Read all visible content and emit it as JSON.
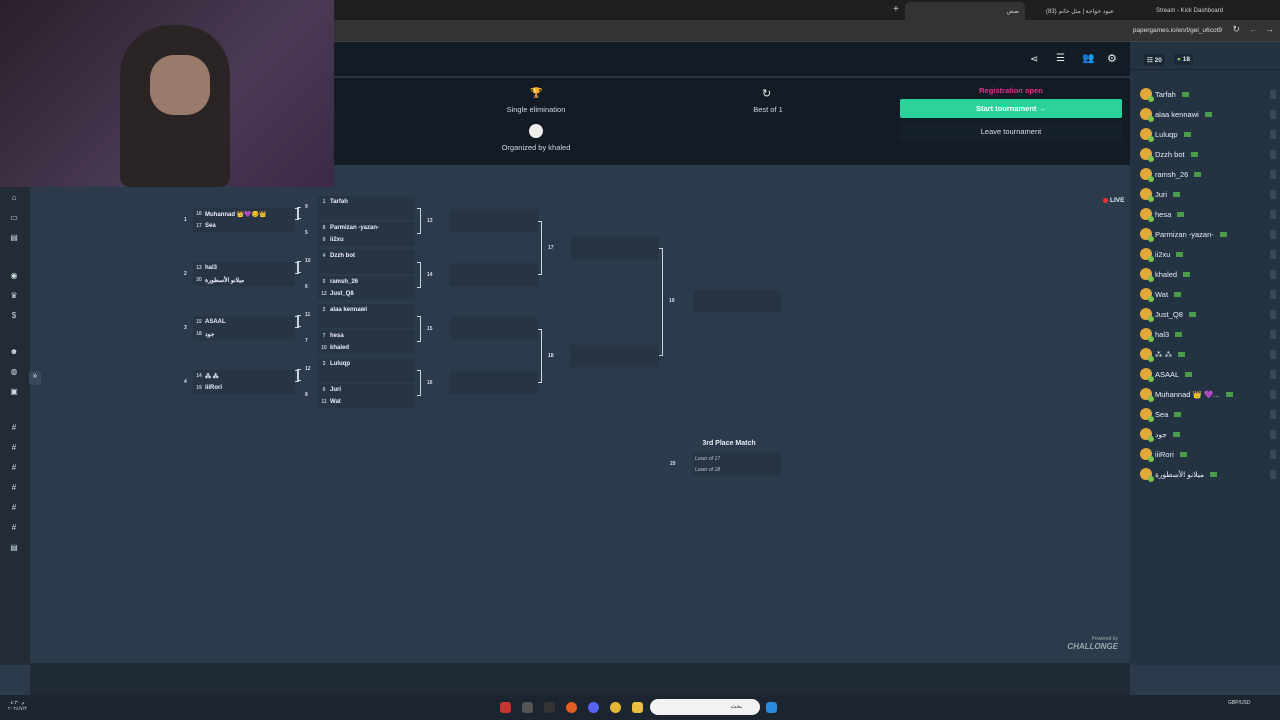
{
  "browser": {
    "tabs": [
      {
        "label": "Stream - Kick Dashboard"
      },
      {
        "label": "(83) عبود خواجة | مثل خاتم"
      },
      {
        "label": "ضض"
      }
    ],
    "url": "papergames.io/en/t/gel_u6cot9"
  },
  "tournament": {
    "format": "Single elimination",
    "best_of": "Best of 1",
    "organizer": "Organized by khaled",
    "status": "Registration open",
    "start_label": "Start tournament →",
    "leave_label": "Leave tournament",
    "live": "LIVE",
    "status_color": "#e0338a",
    "accent": "#2bd39a"
  },
  "players_panel": {
    "count": "20",
    "online": "18",
    "players": [
      "Tarfah",
      "alaa kennawi",
      "Luluqp",
      "Dzzh bot",
      "ramsh_26",
      "Juri",
      "hesa",
      "Parmizan -yazan-",
      "ii2xu",
      "khaled",
      "Wat",
      "Just_Q8",
      "hal3",
      "⁂ ⁂",
      "ASAAL",
      "Muhannad 👑 💜...",
      "Sea",
      "جود",
      "iiiRori",
      "ميلانو الأسطورة"
    ]
  },
  "bracket": {
    "round1": [
      {
        "match": "1",
        "next": "9",
        "p": [
          {
            "seed": "16",
            "name": "Muhannad 👑💜😊👑"
          },
          {
            "seed": "17",
            "name": "Sea"
          }
        ]
      },
      {
        "match": "2",
        "next": "10",
        "p": [
          {
            "seed": "13",
            "name": "hal3"
          },
          {
            "seed": "20",
            "name": "ميلانو الأسطورة"
          }
        ]
      },
      {
        "match": "3",
        "next": "11",
        "p": [
          {
            "seed": "15",
            "name": "ASAAL"
          },
          {
            "seed": "18",
            "name": "جود"
          }
        ]
      },
      {
        "match": "4",
        "next": "12",
        "p": [
          {
            "seed": "14",
            "name": "⁂ ⁂"
          },
          {
            "seed": "19",
            "name": "iiiRori"
          }
        ]
      }
    ],
    "round2": [
      {
        "a": "9",
        "b": "5",
        "next": "13",
        "top": {
          "seed": "1",
          "name": "Tarfah"
        },
        "p": [
          {
            "seed": "8",
            "name": "Parmizan -yazan-"
          },
          {
            "seed": "9",
            "name": "ii2xu"
          }
        ]
      },
      {
        "a": "10",
        "b": "6",
        "next": "14",
        "top": {
          "seed": "4",
          "name": "Dzzh bot"
        },
        "p": [
          {
            "seed": "5",
            "name": "ramsh_26"
          },
          {
            "seed": "12",
            "name": "Just_Q8"
          }
        ]
      },
      {
        "a": "11",
        "b": "7",
        "next": "15",
        "top": {
          "seed": "2",
          "name": "alaa kennawi"
        },
        "p": [
          {
            "seed": "7",
            "name": "hesa"
          },
          {
            "seed": "10",
            "name": "khaled"
          }
        ]
      },
      {
        "a": "12",
        "b": "8",
        "next": "16",
        "top": {
          "seed": "3",
          "name": "Luluqp"
        },
        "p": [
          {
            "seed": "6",
            "name": "Juri"
          },
          {
            "seed": "11",
            "name": "Wat"
          }
        ]
      }
    ],
    "round3_labels": [
      "17",
      "18"
    ],
    "final_label": "19",
    "third_place": {
      "title": "3rd Place Match",
      "match": "20",
      "p": [
        "Loser of 17",
        "Loser of 18"
      ]
    }
  },
  "footer": {
    "powered": "Powered by",
    "brand": "CHALLONGE"
  },
  "taskbar": {
    "currency": "GBP/USD",
    "search": "بحث"
  }
}
